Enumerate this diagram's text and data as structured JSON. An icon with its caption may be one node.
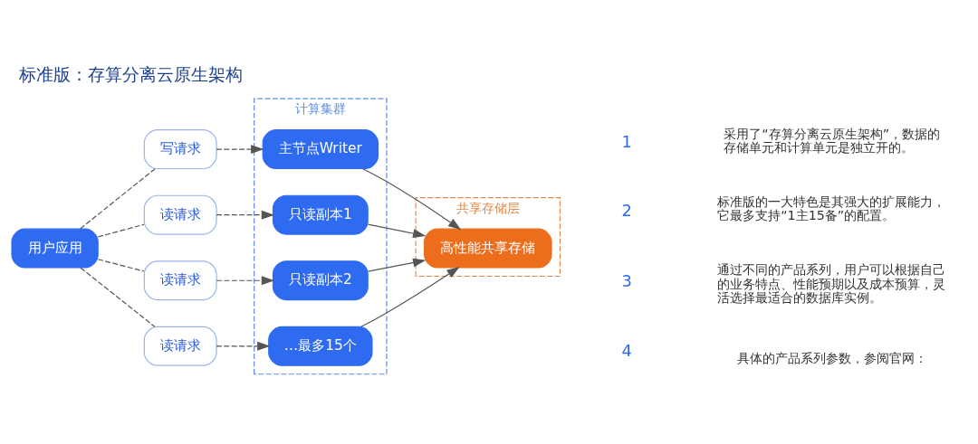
{
  "diagram": {
    "title": "标准版：存算分离云原生架构",
    "nodes": [
      {
        "text": [
          "用户应用"
        ]
      },
      {
        "text": [
          "写请求"
        ]
      },
      {
        "text": [
          "读请求"
        ]
      },
      {
        "text": [
          "读请求"
        ]
      },
      {
        "text": [
          "读请求"
        ]
      },
      {
        "text": [
          "计算集群"
        ]
      },
      {
        "text": [
          "主节点Writer"
        ],
        "in": 5
      },
      {
        "text": [
          "只读副本1"
        ],
        "in": 5
      },
      {
        "text": [
          "只读副本2"
        ],
        "in": 5
      },
      {
        "text": [
          "…最多15个"
        ],
        "in": 5
      },
      {
        "text": [
          "共享存储层"
        ]
      },
      {
        "text": [
          "高性能共享存储"
        ],
        "in": 10
      }
    ],
    "edges": [
      {
        "from": 0,
        "to": 1,
        "arrow": "none",
        "style": "dashed"
      },
      {
        "from": 0,
        "to": 2,
        "arrow": "none",
        "style": "dashed"
      },
      {
        "from": 0,
        "to": 3,
        "arrow": "none",
        "style": "dashed"
      },
      {
        "from": 0,
        "to": 4,
        "arrow": "none",
        "style": "dashed"
      },
      {
        "from": 1,
        "to": 6,
        "arrow": "to",
        "style": "dashed"
      },
      {
        "from": 2,
        "to": 7,
        "arrow": "to",
        "style": "dashed"
      },
      {
        "from": 3,
        "to": 8,
        "arrow": "to",
        "style": "dashed"
      },
      {
        "from": 4,
        "to": 9,
        "arrow": "to",
        "style": "dashed"
      },
      {
        "from": 6,
        "to": 11,
        "arrow": "to"
      },
      {
        "from": 7,
        "to": 11,
        "arrow": "to"
      },
      {
        "from": 8,
        "to": 11,
        "arrow": "to"
      },
      {
        "from": 9,
        "to": 11,
        "arrow": "to"
      }
    ],
    "labels": [
      "1",
      "采用了“存算分离云原生架构”，数据的存储单元和计算单元是独立开的。",
      "2",
      "标准版的一大特色是其强大的扩展能力，它最多支持“1主15备”的配置。",
      "3",
      "通过不同的产品系列，用户可以根据自己的业务特点、性能预期以及成本预算，灵活选择最适合的数据库实例。",
      "4",
      "具体的产品系列参数，参阅官网："
    ]
  }
}
